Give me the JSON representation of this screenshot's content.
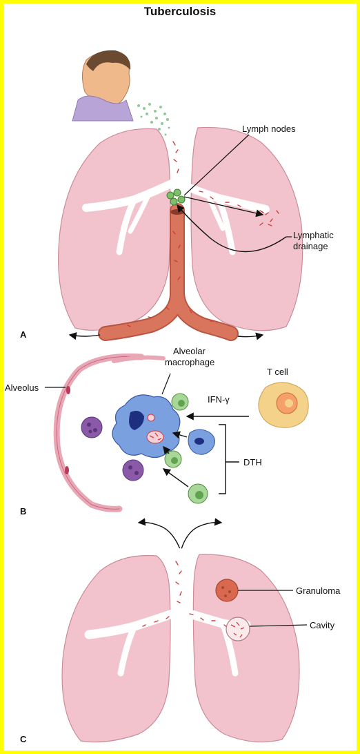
{
  "title": "Tuberculosis",
  "panels": {
    "a": {
      "letter": "A",
      "labels": {
        "lymph_nodes": "Lymph nodes",
        "lymphatic_1": "Lymphatic",
        "lymphatic_2": "drainage"
      }
    },
    "b": {
      "letter": "B",
      "labels": {
        "alveolar_1": "Alveolar",
        "alveolar_2": "macrophage",
        "alveolus": "Alveolus",
        "t_cell": "T cell",
        "ifn": "IFN-γ",
        "dth": "DTH"
      }
    },
    "c": {
      "letter": "C",
      "labels": {
        "granuloma": "Granuloma",
        "cavity": "Cavity"
      }
    }
  },
  "colors": {
    "border": "#ffff00",
    "lung_fill": "#f2c3cc",
    "lung_stroke": "#c98c98",
    "trachea": "#d9755c",
    "macrophage": "#7aa0e0",
    "t_cell": "#f5d28a",
    "lymph_node": "#7fbf6a",
    "granuloma": "#d9684e"
  }
}
